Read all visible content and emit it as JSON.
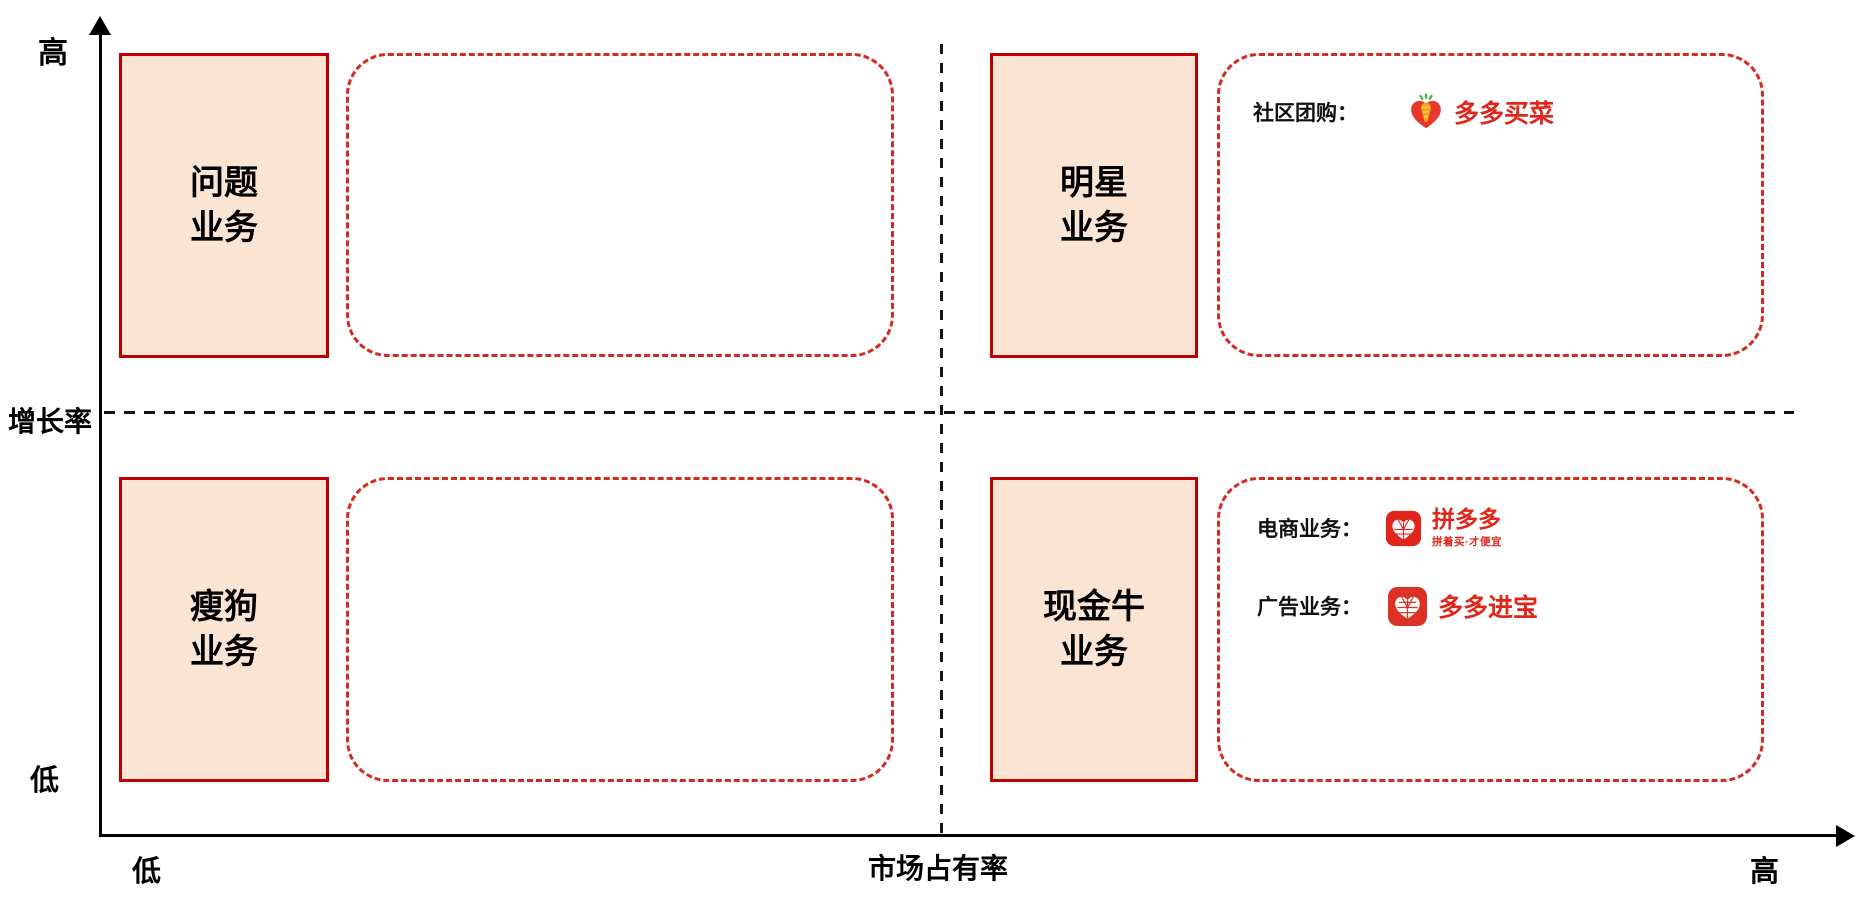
{
  "axes": {
    "y": {
      "title": "增长率",
      "top": "高",
      "bottom": "低"
    },
    "x": {
      "title": "市场占有率",
      "left": "低",
      "right": "高"
    }
  },
  "quadrants": {
    "question": {
      "line1": "问题",
      "line2": "业务"
    },
    "star": {
      "line1": "明星",
      "line2": "业务"
    },
    "dog": {
      "line1": "瘦狗",
      "line2": "业务"
    },
    "cash_cow": {
      "line1": "现金牛",
      "line2": "业务"
    }
  },
  "items": {
    "community_groupbuy": {
      "label": "社区团购：",
      "brand": "多多买菜",
      "icon": "duoduo-maicai-logo"
    },
    "ecommerce": {
      "label": "电商业务：",
      "brand": "拼多多",
      "tagline": "拼着买·才便宜",
      "icon": "pinduoduo-logo"
    },
    "advertising": {
      "label": "广告业务：",
      "brand": "多多进宝",
      "icon": "duoduo-jinbao-logo"
    }
  },
  "icons": {
    "duoduo-maicai-logo": "red heart with orange carrot and green leaves",
    "pinduoduo-logo": "red rounded square with white mosaic heart",
    "duoduo-jinbao-logo": "red rounded square with white mosaic heart",
    "y-axis-arrow-icon": "black arrow up",
    "x-axis-arrow-icon": "black arrow right"
  },
  "colors": {
    "quadrant_fill": "#FAE4D3",
    "quadrant_border": "#C00000",
    "dashed_box_border": "#D52B1E",
    "brand_red": "#E0251B",
    "axis_black": "#000000"
  }
}
